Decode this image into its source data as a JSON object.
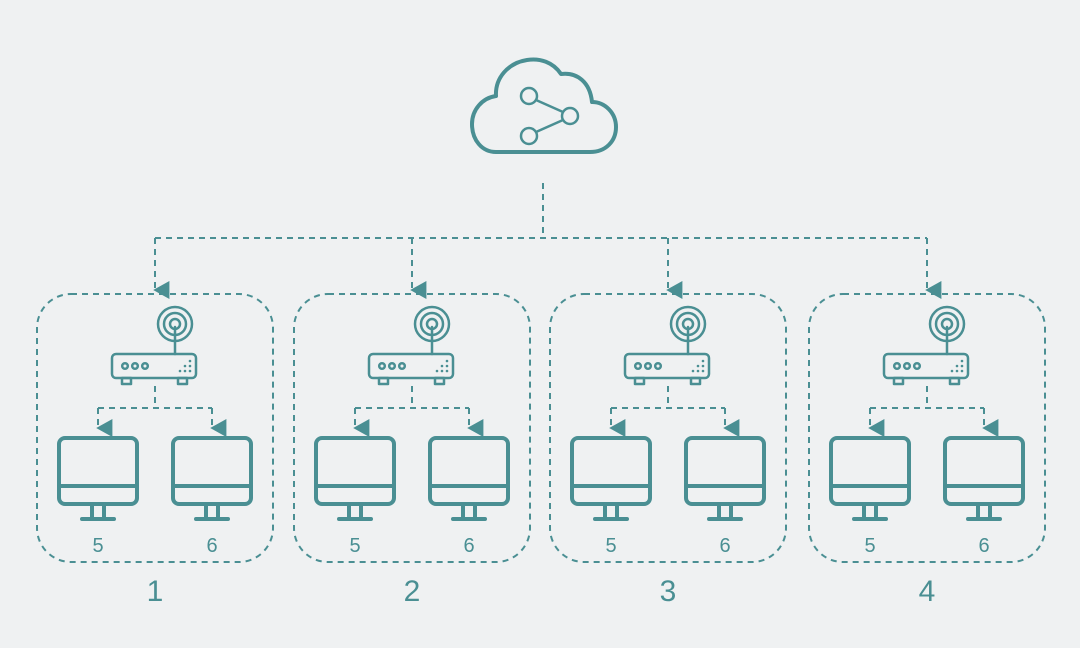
{
  "colors": {
    "accent": "#4a8f93",
    "background": "#eff1f2"
  },
  "hub": {
    "icon": "cloud-share-icon"
  },
  "groups": [
    {
      "label": "1",
      "router_icon": "wireless-router-icon",
      "computers": [
        {
          "label": "5",
          "icon": "monitor-icon"
        },
        {
          "label": "6",
          "icon": "monitor-icon"
        }
      ]
    },
    {
      "label": "2",
      "router_icon": "wireless-router-icon",
      "computers": [
        {
          "label": "5",
          "icon": "monitor-icon"
        },
        {
          "label": "6",
          "icon": "monitor-icon"
        }
      ]
    },
    {
      "label": "3",
      "router_icon": "wireless-router-icon",
      "computers": [
        {
          "label": "5",
          "icon": "monitor-icon"
        },
        {
          "label": "6",
          "icon": "monitor-icon"
        }
      ]
    },
    {
      "label": "4",
      "router_icon": "wireless-router-icon",
      "computers": [
        {
          "label": "5",
          "icon": "monitor-icon"
        },
        {
          "label": "6",
          "icon": "monitor-icon"
        }
      ]
    }
  ]
}
